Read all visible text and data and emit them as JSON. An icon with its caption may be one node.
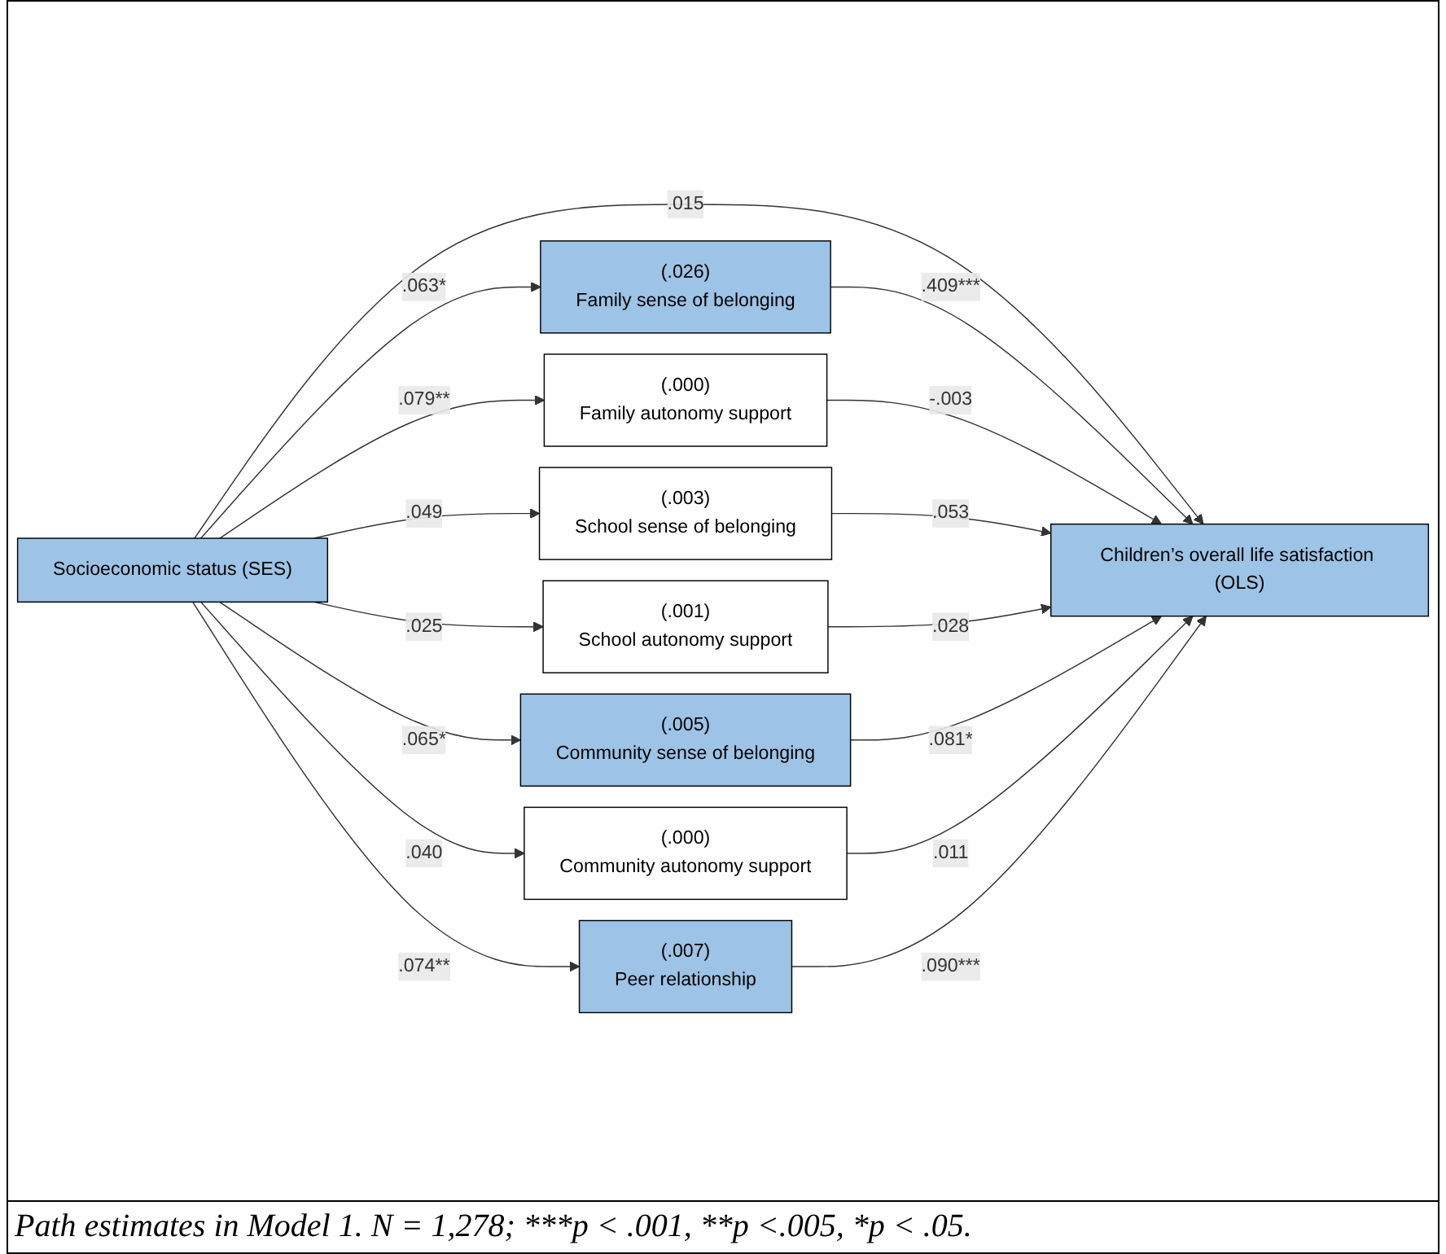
{
  "diagram": {
    "caption": "Path estimates in Model 1. N = 1,278; ***p < .001, **p <.005, *p < .05.",
    "nodes": [
      {
        "text": [
          "Socioeconomic status (SES)"
        ]
      },
      {
        "text": [
          "(.026)",
          "Family sense of belonging"
        ]
      },
      {
        "text": [
          "(.000)",
          "Family autonomy support"
        ]
      },
      {
        "text": [
          "(.003)",
          "School sense of belonging"
        ]
      },
      {
        "text": [
          "(.001)",
          "School autonomy support"
        ]
      },
      {
        "text": [
          "(.005)",
          "Community sense of belonging"
        ]
      },
      {
        "text": [
          "(.000)",
          "Community autonomy support"
        ]
      },
      {
        "text": [
          "(.007)",
          "Peer relationship"
        ]
      },
      {
        "text": [
          "Children’s overall life satisfaction (OLS)"
        ]
      }
    ],
    "edges": [
      {
        "from": 0,
        "to": 1,
        "arrow": "to",
        "label": ".063*"
      },
      {
        "from": 0,
        "to": 2,
        "arrow": "to",
        "label": ".079**"
      },
      {
        "from": 0,
        "to": 3,
        "arrow": "to",
        "label": ".049"
      },
      {
        "from": 0,
        "to": 8,
        "arrow": "to",
        "label": ".015"
      },
      {
        "from": 0,
        "to": 4,
        "arrow": "to",
        "label": ".025"
      },
      {
        "from": 0,
        "to": 5,
        "arrow": "to",
        "label": ".065*"
      },
      {
        "from": 0,
        "to": 6,
        "arrow": "to",
        "label": ".040"
      },
      {
        "from": 0,
        "to": 7,
        "arrow": "to",
        "label": ".074**"
      },
      {
        "from": 1,
        "to": 8,
        "arrow": "to",
        "label": ".409***"
      },
      {
        "from": 2,
        "to": 8,
        "arrow": "to",
        "label": "-.003"
      },
      {
        "from": 3,
        "to": 8,
        "arrow": "to",
        "label": ".053"
      },
      {
        "from": 4,
        "to": 8,
        "arrow": "to",
        "label": ".028"
      },
      {
        "from": 5,
        "to": 8,
        "arrow": "to",
        "label": ".081*"
      },
      {
        "from": 6,
        "to": 8,
        "arrow": "to",
        "label": ".011"
      },
      {
        "from": 7,
        "to": 8,
        "arrow": "to",
        "label": ".090***"
      }
    ]
  }
}
